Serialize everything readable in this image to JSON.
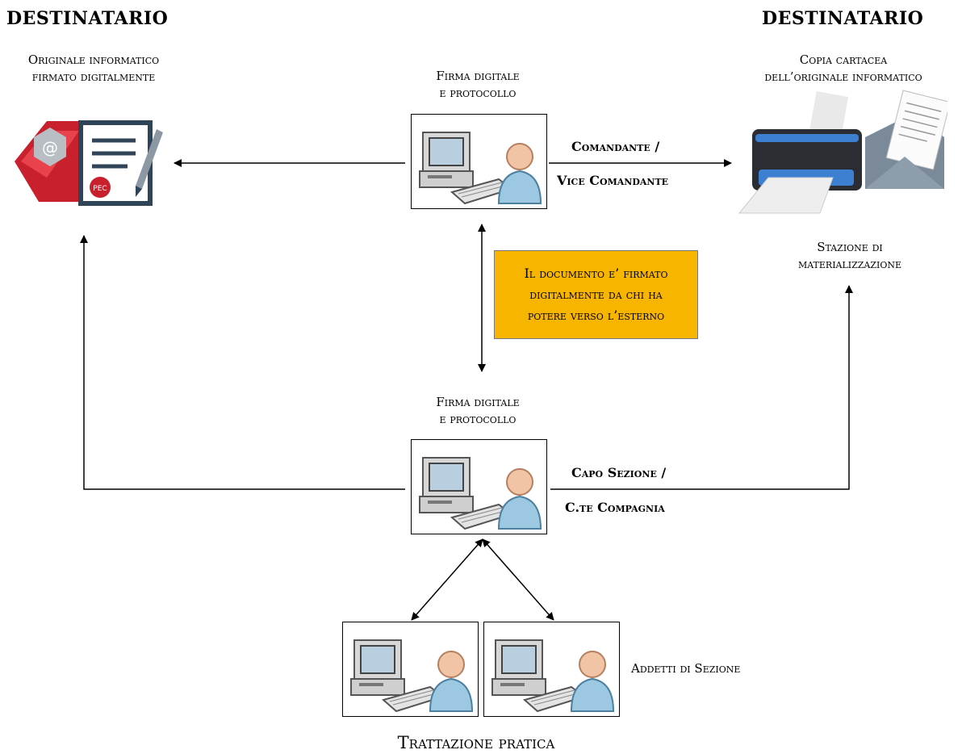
{
  "left": {
    "title": "DESTINATARIO",
    "caption_line1": "Originale informatico",
    "caption_line2": "firmato digitalmente",
    "icon": "pec-signed-document-icon"
  },
  "right": {
    "title": "DESTINATARIO",
    "caption_line1": "Copia cartacea",
    "caption_line2": "dell’originale informatico",
    "station_line1": "Stazione di",
    "station_line2": "materializzazione",
    "icon": "printer-icon"
  },
  "top_node": {
    "caption_line1": "Firma digitale",
    "caption_line2": "e protocollo",
    "role_line1": "Comandante /",
    "role_line2": "Vice Comandante",
    "icon": "computer-user-icon"
  },
  "note": {
    "line1": "Il documento e’ firmato",
    "line2": "digitalmente da chi ha",
    "line3": "potere verso l’esterno",
    "color": "#f8b500"
  },
  "middle_node": {
    "caption_line1": "Firma digitale",
    "caption_line2": "e protocollo",
    "role_line1": "Capo Sezione /",
    "role_line2": "C.te Compagnia",
    "icon": "computer-user-icon"
  },
  "bottom": {
    "staff_label": "Addetti di Sezione",
    "footer": "Trattazione pratica",
    "icon": "computer-user-icon"
  }
}
